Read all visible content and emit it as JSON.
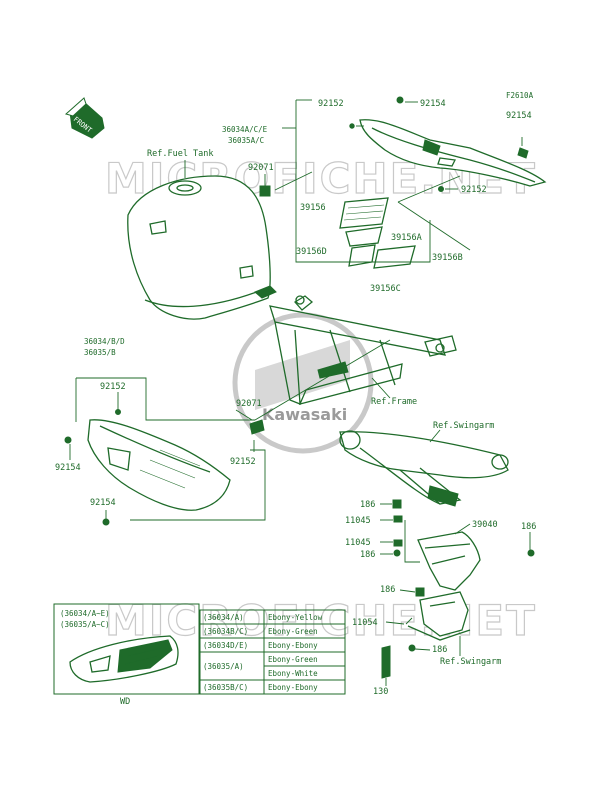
{
  "figure_code": "F2610A",
  "front_arrow": "FRONT",
  "watermark_text": "MICROFICHE.NET",
  "logo_text": "Kawasaki",
  "refs": {
    "fuel_tank": "Ref.Fuel Tank",
    "frame": "Ref.Frame",
    "swingarm_top": "Ref.Swingarm",
    "swingarm_bottom": "Ref.Swingarm"
  },
  "parts": {
    "p36034_ace": "36034A/C/E",
    "p36035_ac": "36035A/C",
    "p92152_a": "92152",
    "p92154_a": "92154",
    "p92154_b": "92154",
    "p92071_a": "92071",
    "p92152_b": "92152",
    "p39156": "39156",
    "p39156a": "39156A",
    "p39156d": "39156D",
    "p39156b": "39156B",
    "p39156c": "39156C",
    "p36034_bd": "36034/B/D",
    "p36035_b": "36035/B",
    "p92152_c": "92152",
    "p92071_b": "92071",
    "p92154_c": "92154",
    "p92152_d": "92152",
    "p92154_d": "92154",
    "p186_a": "186",
    "p11045_a": "11045",
    "p11045_b": "11045",
    "p186_b": "186",
    "p39040": "39040",
    "p186_c": "186",
    "p186_d": "186",
    "p11054": "11054",
    "p186_e": "186",
    "p130": "130"
  },
  "inset": {
    "line1": "(36034/A~E)",
    "line2": "(36035/A~C)",
    "caption": "WD"
  },
  "color_table": [
    {
      "code": "(36034/A)",
      "color": "Ebony-Yellow"
    },
    {
      "code": "(36034B/C)",
      "color": "Ebony-Green"
    },
    {
      "code": "(36034D/E)",
      "color": "Ebony-Ebony"
    },
    {
      "code": "(36035/A)",
      "color": "Ebony-Green"
    },
    {
      "code": "",
      "color": "Ebony-White"
    },
    {
      "code": "(36035B/C)",
      "color": "Ebony-Ebony"
    }
  ],
  "colors": {
    "line": "#1f6b2a",
    "watermark": "#c9c9c9",
    "background": "#ffffff"
  }
}
